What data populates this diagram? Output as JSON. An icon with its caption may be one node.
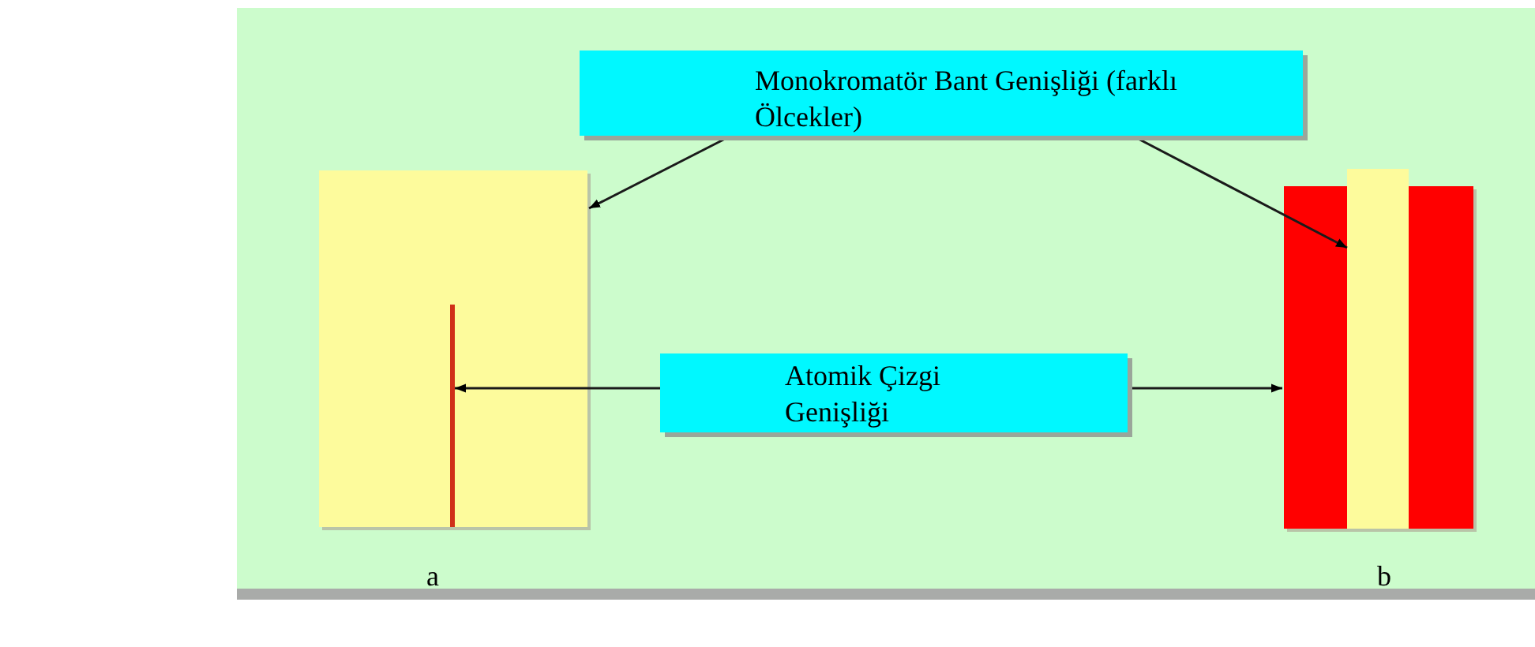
{
  "diagram": {
    "nodes": [
      {
        "text": [
          "Monokromatör Bant Genişliği (farklı Ölcekler)"
        ]
      },
      {
        "text": [
          "Atomik Çizgi Genişliği"
        ]
      },
      {
        "text": [],
        "shape": "box"
      },
      {
        "text": [],
        "shape": "bar",
        "in": 2
      },
      {
        "text": [],
        "shape": "box"
      },
      {
        "text": [],
        "shape": "bar",
        "in": 4
      }
    ],
    "edges": [
      {
        "from": 0,
        "to": 2,
        "arrow": "to"
      },
      {
        "from": 0,
        "to": 5,
        "arrow": "to"
      },
      {
        "from": 1,
        "to": 3,
        "arrow": "to"
      },
      {
        "from": 1,
        "to": 4,
        "arrow": "to"
      }
    ],
    "labels": [
      "a",
      "b"
    ]
  }
}
